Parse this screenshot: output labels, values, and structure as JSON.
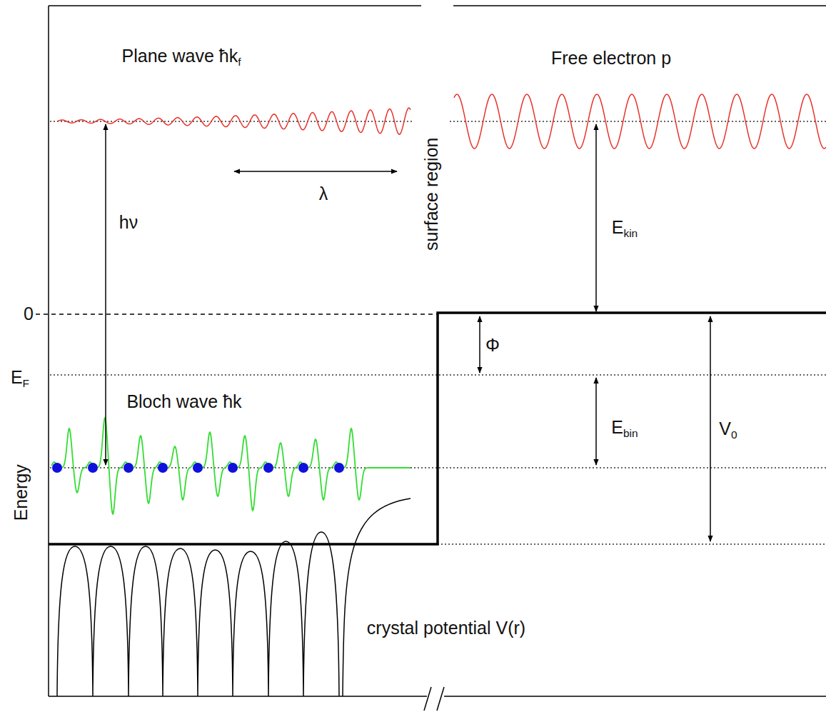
{
  "diagram": {
    "labels": [
      "Plane wave ħkf",
      "Free electron p",
      "λ",
      "hν",
      "surface region",
      "Ekin",
      "0",
      "Φ",
      "EF",
      "Bloch wave ħk",
      "Ebin",
      "V0",
      "Energy",
      "crystal potential V(r)"
    ]
  }
}
